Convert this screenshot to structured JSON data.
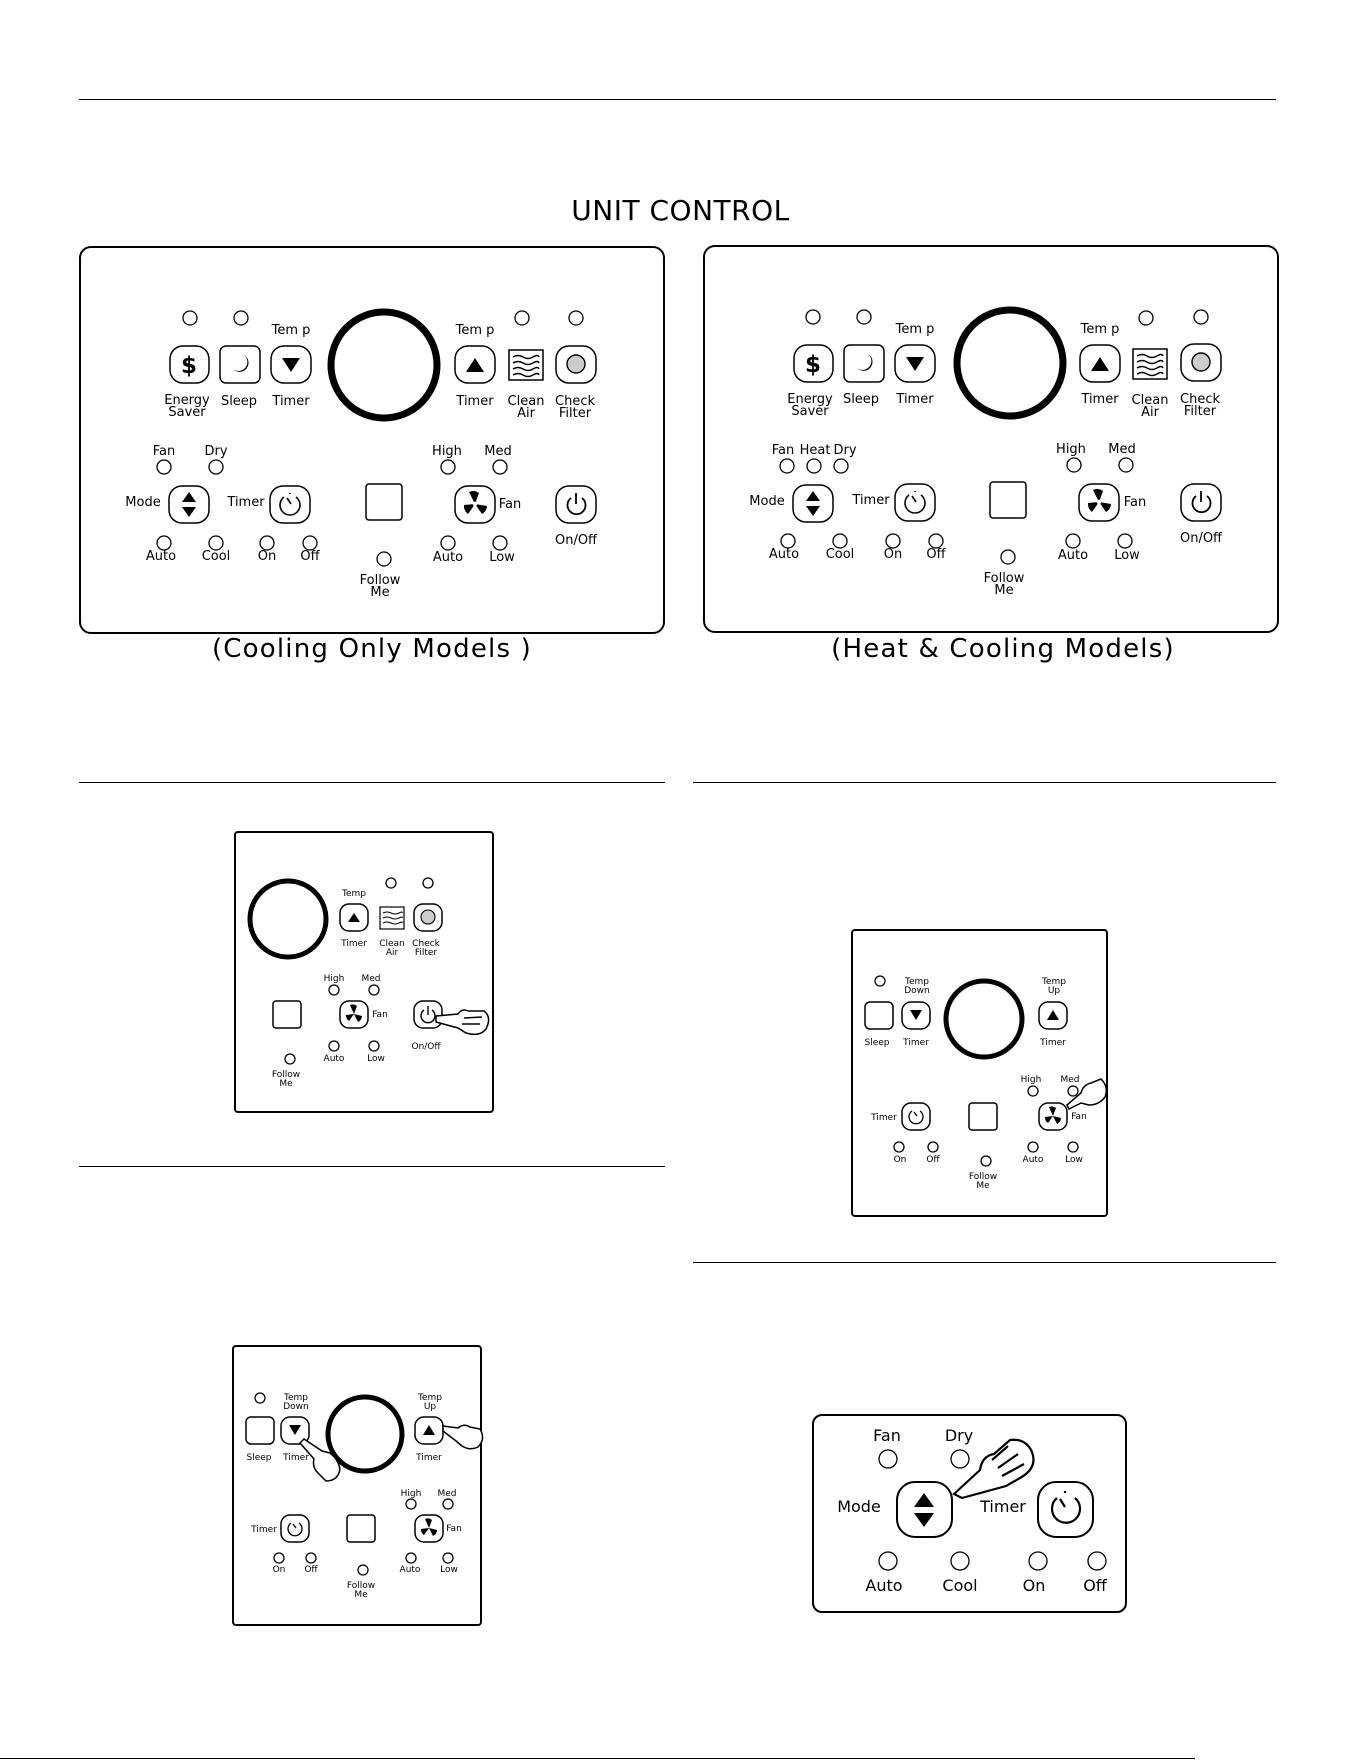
{
  "page": {
    "title": "UNIT CONTROL",
    "caption_cooling": "(Cooling Only Models )",
    "caption_heat": "(Heat & Cooling Models)"
  },
  "labels": {
    "energy_saver_1": "Energy",
    "energy_saver_2": "Saver",
    "sleep": "Sleep",
    "temp_spaced": "Tem p",
    "temp": "Temp",
    "timer": "Timer",
    "clean_1": "Clean",
    "clean_2": "Air",
    "check_1": "Check",
    "check_2": "Filter",
    "fan": "Fan",
    "heat": "Heat",
    "dry": "Dry",
    "mode": "Mode",
    "auto": "Auto",
    "cool": "Cool",
    "on": "On",
    "off": "Off",
    "high": "High",
    "med": "Med",
    "low": "Low",
    "on_off": "On/Off",
    "follow_1": "Follow",
    "follow_2": "Me",
    "temp_down": "Down",
    "temp_up": "Up"
  },
  "icons": {
    "energy": "dollar-icon",
    "sleep": "moon-icon",
    "temp_down": "triangle-down-icon",
    "temp_up": "triangle-up-icon",
    "clean_air": "airflow-icon",
    "check_filter": "filter-icon",
    "mode": "up-down-arrows-icon",
    "timer": "timer-icon",
    "fan": "fan-icon",
    "power": "power-icon",
    "pointer": "pointing-hand-icon"
  }
}
